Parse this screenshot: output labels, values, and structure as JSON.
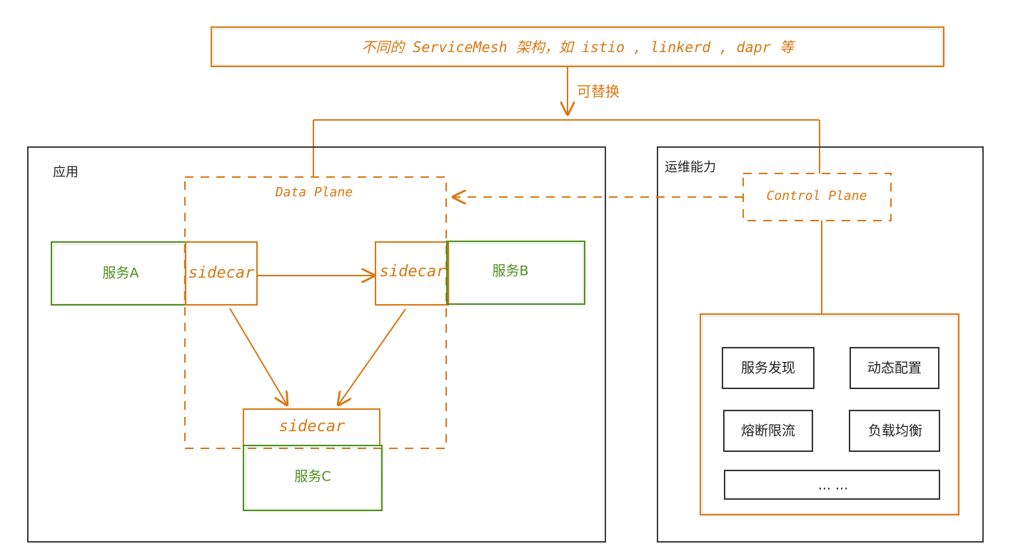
{
  "diagram": {
    "top_banner": "不同的 ServiceMesh 架构，如 istio , linkerd , dapr 等",
    "replaceable_label": "可替换",
    "app_panel_title": "应用",
    "ops_panel_title": "运维能力",
    "data_plane_title": "Data Plane",
    "control_plane_title": "Control Plane",
    "service_a": "服务A",
    "service_b": "服务B",
    "service_c": "服务C",
    "sidecar_a": "sidecar",
    "sidecar_b": "sidecar",
    "sidecar_c": "sidecar",
    "ops_items": [
      "服务发现",
      "动态配置",
      "熔断限流",
      "负载均衡",
      "... ..."
    ]
  },
  "colors": {
    "orange": "#d97712",
    "green": "#4c8f1d",
    "dark": "#333333"
  }
}
